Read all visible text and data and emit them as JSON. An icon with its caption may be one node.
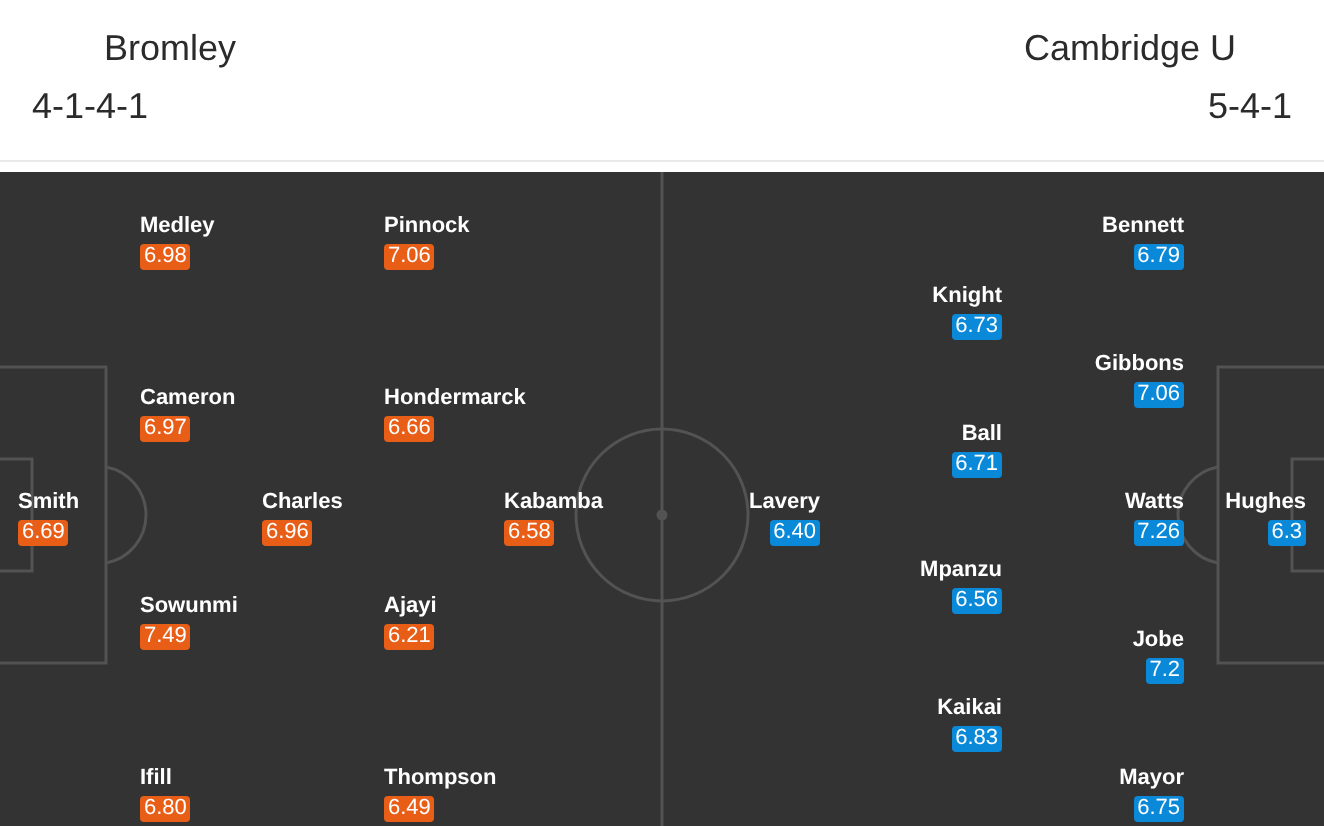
{
  "diagram": {
    "nodes": [
      {
        "text": [
          "Medley",
          "6.98"
        ]
      },
      {
        "text": [
          "Pinnock",
          "7.06"
        ]
      },
      {
        "text": [
          "Cameron",
          "6.97"
        ]
      },
      {
        "text": [
          "Hondermarck",
          "6.66"
        ]
      },
      {
        "text": [
          "Smith",
          "6.69"
        ]
      },
      {
        "text": [
          "Charles",
          "6.96"
        ]
      },
      {
        "text": [
          "Kabamba",
          "6.58"
        ]
      },
      {
        "text": [
          "Sowunmi",
          "7.49"
        ]
      },
      {
        "text": [
          "Ajayi",
          "6.21"
        ]
      },
      {
        "text": [
          "Ifill",
          "6.80"
        ]
      },
      {
        "text": [
          "Thompson",
          "6.49"
        ]
      },
      {
        "text": [
          "Bennett",
          "6.79"
        ]
      },
      {
        "text": [
          "Knight",
          "6.73"
        ]
      },
      {
        "text": [
          "Gibbons",
          "7.06"
        ]
      },
      {
        "text": [
          "Ball",
          "6.71"
        ]
      },
      {
        "text": [
          "Lavery",
          "6.40"
        ]
      },
      {
        "text": [
          "Watts",
          "7.26"
        ]
      },
      {
        "text": [
          "Hughes",
          "6.3"
        ]
      },
      {
        "text": [
          "Mpanzu",
          "6.56"
        ]
      },
      {
        "text": [
          "Jobe",
          "7.2"
        ]
      },
      {
        "text": [
          "Kaikai",
          "6.83"
        ]
      },
      {
        "text": [
          "Mayor",
          "6.75"
        ]
      }
    ],
    "labels": [
      "Bromley",
      "Cambridge U",
      "4-1-4-1",
      "5-4-1"
    ]
  }
}
